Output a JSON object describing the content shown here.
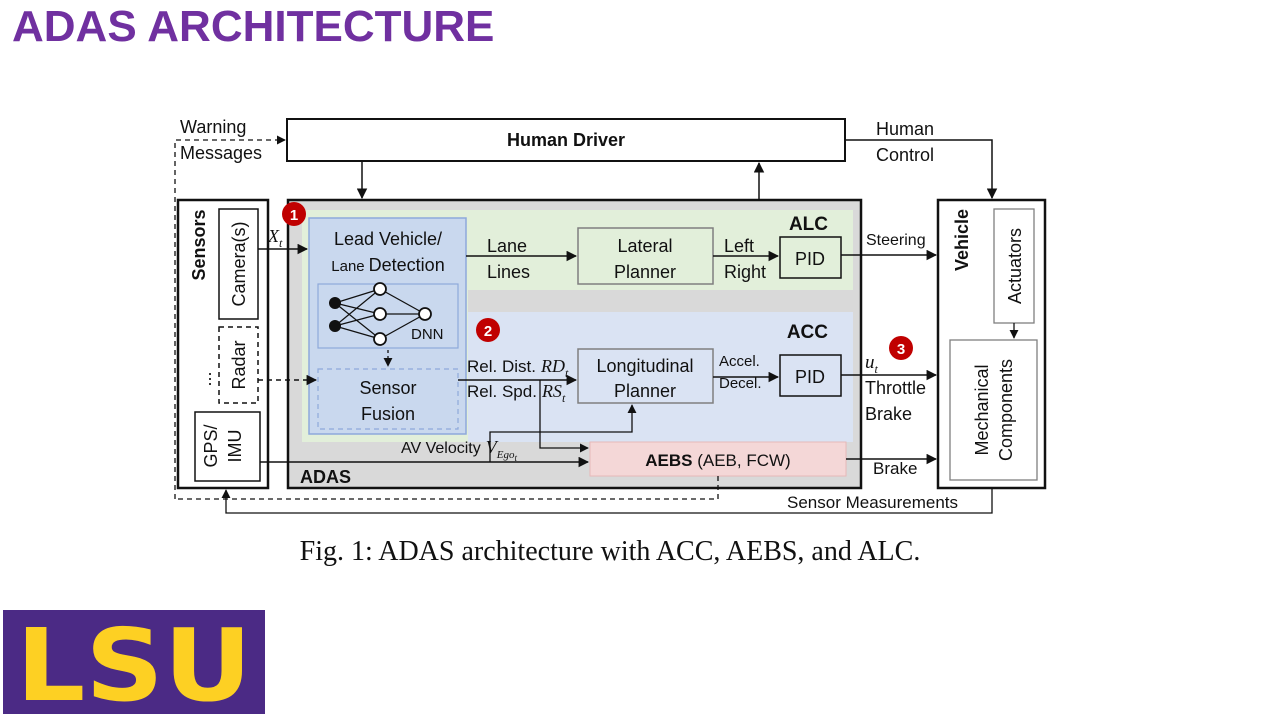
{
  "slide": {
    "title": "ADAS ARCHITECTURE",
    "caption": "Fig. 1: ADAS architecture with ACC, AEBS, and ALC."
  },
  "logo": {
    "text": "LSU",
    "background": "#4b2a85",
    "letter_color": "#fdd023"
  },
  "colors": {
    "title": "#7030a0",
    "adas_bg": "#d9d9d9",
    "alc_bg": "#e2efda",
    "acc_bg": "#dae3f3",
    "perception_bg": "#c9d8ee",
    "aebs_bg": "#f4d7d7",
    "marker": "#c00000"
  },
  "diagram": {
    "human_driver": "Human Driver",
    "warning_messages": [
      "Warning",
      "Messages"
    ],
    "human_control": [
      "Human",
      "Control"
    ],
    "sensors": {
      "title": "Sensors",
      "camera": "Camera(s)",
      "ellipsis": "...",
      "radar": "Radar",
      "gps_imu": [
        "GPS/",
        "IMU"
      ]
    },
    "adas_label": "ADAS",
    "markers": [
      "1",
      "2",
      "3"
    ],
    "x_t": {
      "base": "X",
      "sub": "t"
    },
    "lead_vehicle": [
      "Lead Vehicle/",
      "Lane",
      "Detection"
    ],
    "dnn": "DNN",
    "sensor_fusion": [
      "Sensor",
      "Fusion"
    ],
    "alc": {
      "title": "ALC",
      "lane_lines": [
        "Lane",
        "Lines"
      ],
      "planner": [
        "Lateral",
        "Planner"
      ],
      "left_right": [
        "Left",
        "Right"
      ],
      "pid": "PID"
    },
    "acc": {
      "title": "ACC",
      "rel_dist": "Rel. Dist.",
      "rd": {
        "base": "RD",
        "sub": "t"
      },
      "rel_spd": "Rel. Spd.",
      "rs": {
        "base": "RS",
        "sub": "t"
      },
      "planner": [
        "Longitudinal",
        "Planner"
      ],
      "accel_decel": [
        "Accel.",
        "Decel."
      ],
      "pid": "PID"
    },
    "av_velocity": "AV Velocity",
    "v_ego": {
      "base": "V",
      "sub": "Ego",
      "subsub": "t"
    },
    "aebs": {
      "bold": "AEBS",
      "rest": " (AEB, FCW)"
    },
    "steering": "Steering",
    "u_t": {
      "base": "u",
      "sub": "t"
    },
    "throttle_brake": [
      "Throttle",
      "Brake"
    ],
    "brake": "Brake",
    "vehicle": {
      "title": "Vehicle",
      "actuators": "Actuators",
      "mechanical": [
        "Mechanical",
        "Components"
      ]
    },
    "sensor_measurements": "Sensor Measurements"
  }
}
